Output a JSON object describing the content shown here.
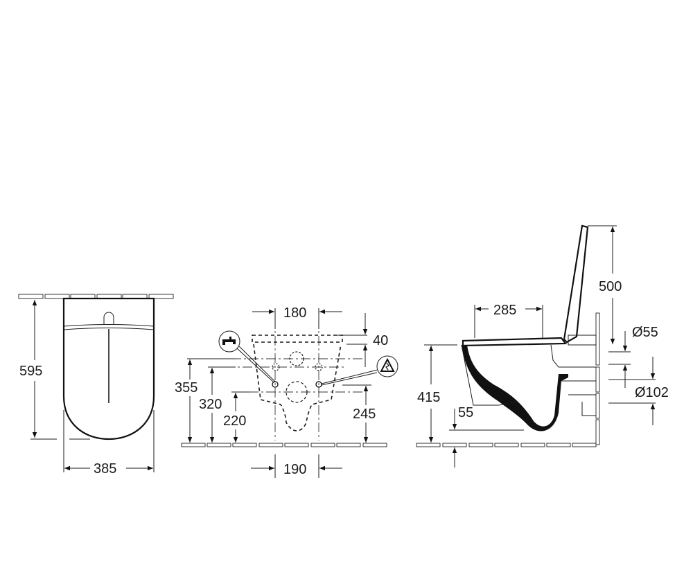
{
  "drawing": {
    "views": [
      {
        "name": "top-view",
        "dimensions": {
          "depth": "595",
          "width": "385"
        }
      },
      {
        "name": "rear-view",
        "dimensions": {
          "top_spacing": "180",
          "top_offset": "40",
          "height_355": "355",
          "height_320": "320",
          "height_220": "220",
          "height_245": "245",
          "bottom_spacing": "190"
        },
        "icons": [
          "water-tap-icon",
          "electrical-warning-icon"
        ]
      },
      {
        "name": "side-view",
        "dimensions": {
          "seat_height": "415",
          "seat_depth": "285",
          "lid_height": "500",
          "inlet_diameter": "Ø55",
          "outlet_diameter": "Ø102",
          "outlet_offset": "55"
        }
      }
    ]
  }
}
